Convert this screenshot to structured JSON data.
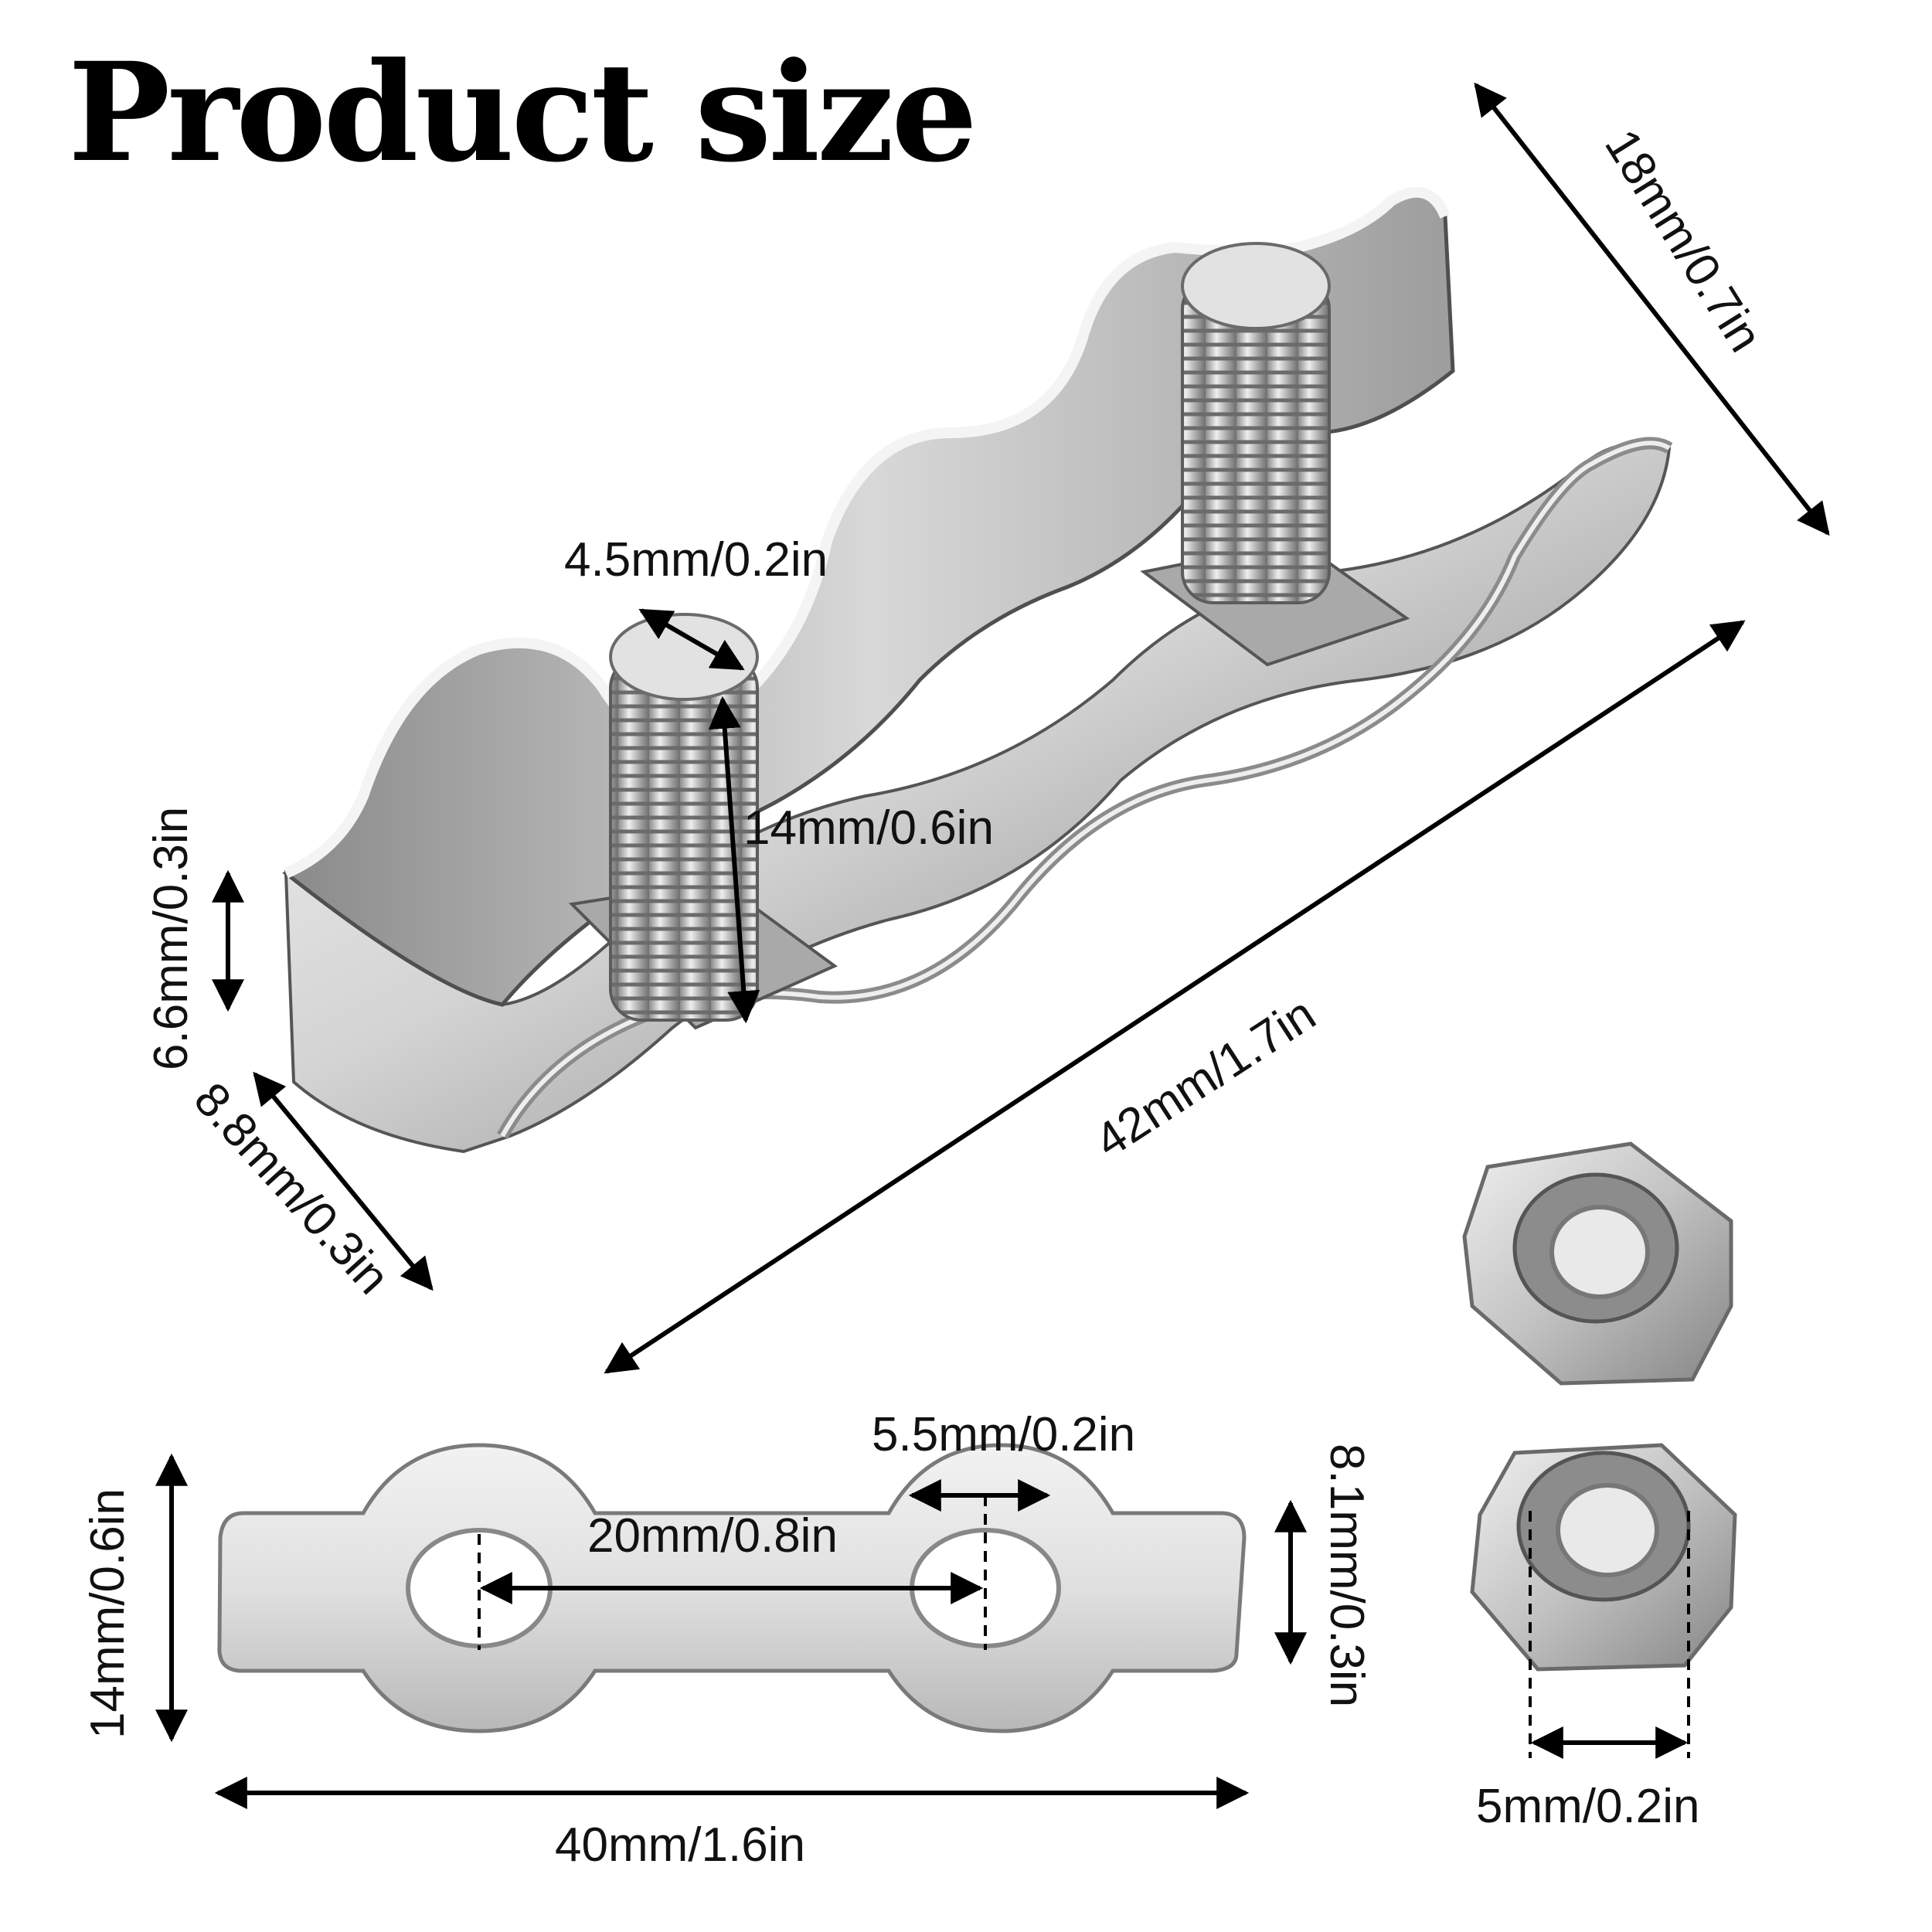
{
  "title": "Product size",
  "dimensions": {
    "clamp_width": "18mm/0.7in",
    "bolt_diameter": "4.5mm/0.2in",
    "bolt_length": "14mm/0.6in",
    "base_height": "6.6mm/0.3in",
    "base_depth": "8.8mm/0.3in",
    "clamp_length": "42mm/1.7in",
    "plate_height": "14mm/0.6in",
    "hole_diameter": "5.5mm/0.2in",
    "hole_spacing": "20mm/0.8in",
    "plate_end_height": "8.1mm/0.3in",
    "plate_length": "40mm/1.6in",
    "nut_thickness": "5mm/0.2in"
  },
  "colors": {
    "metal_light": "#f4f4f4",
    "metal_mid": "#c9c9c9",
    "metal_dark": "#7d7d7d",
    "line": "#000000"
  },
  "icons": [
    "wire-rope-clamp-icon",
    "clamp-plate-icon",
    "hex-nut-icon"
  ]
}
